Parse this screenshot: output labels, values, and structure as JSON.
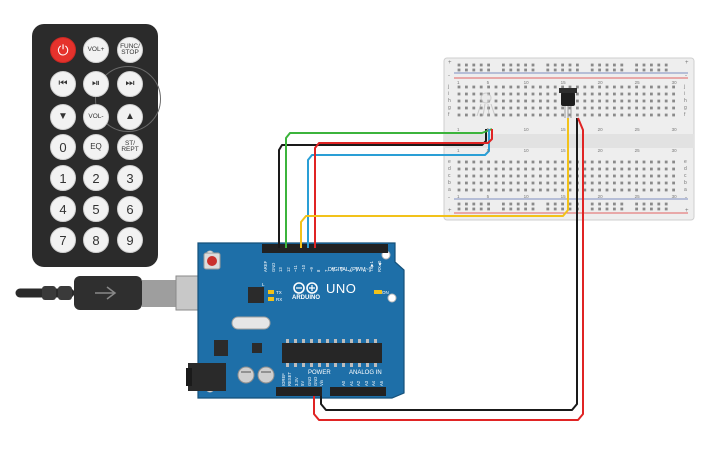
{
  "remote": {
    "buttons": {
      "power": "⏻",
      "vol_up": "VOL+",
      "func_stop": "FUNC/ STOP",
      "prev": "⏮",
      "play_pause": "⏯",
      "next": "⏭",
      "down": "▼",
      "vol_down": "VOL-",
      "up": "▲",
      "zero": "0",
      "eq": "EQ",
      "st_rept": "ST/ REPT",
      "one": "1",
      "two": "2",
      "three": "3",
      "four": "4",
      "five": "5",
      "six": "6",
      "seven": "7",
      "eight": "8",
      "nine": "9"
    }
  },
  "arduino": {
    "digital_label": "DIGITAL (PWM~)",
    "uno_label": "UNO",
    "brand": "ARDUINO",
    "power_label": "POWER",
    "analog_label": "ANALOG IN",
    "on_label": "ON",
    "l_label": "L",
    "tx_label": "TX",
    "rx_label": "RX",
    "top_pin_labels": [
      "AREF",
      "GND",
      "13",
      "12",
      "~11",
      "~10",
      "~9",
      "8",
      "7",
      "~6",
      "~5",
      "4",
      "~3",
      "2",
      "TX▶1",
      "RX◀0"
    ],
    "power_pin_labels": [
      "IOREF",
      "RESET",
      "3.3V",
      "5V",
      "GND",
      "GND",
      "Vin"
    ],
    "analog_pin_labels": [
      "A0",
      "A1",
      "A2",
      "A3",
      "A4",
      "A5"
    ]
  },
  "breadboard": {
    "column_numbers": [
      "1",
      "5",
      "10",
      "15",
      "20",
      "25",
      "30"
    ],
    "row_letters_top": [
      "j",
      "i",
      "h",
      "g",
      "f"
    ],
    "row_letters_bottom": [
      "e",
      "d",
      "c",
      "b",
      "a"
    ],
    "rail_plus": "+",
    "rail_minus": "-"
  },
  "colors": {
    "remote_body": "#2b2b2b",
    "arduino_board": "#1e6fa8",
    "wire_green": "#3cb43c",
    "wire_red": "#e02424",
    "wire_black": "#1a1a1a",
    "wire_blue": "#2a9fd6",
    "wire_yellow": "#f2c21a",
    "usb_cable": "#2a2a2a"
  }
}
